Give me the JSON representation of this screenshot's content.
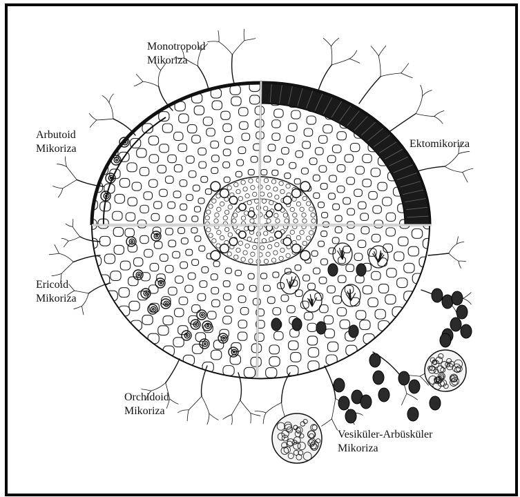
{
  "figure": {
    "labels": {
      "monotropoid": "Monotropoid\nMikoriza",
      "arbutoid": "Arbutoid\nMikoriza",
      "ektomikoriza": "Ektomikoriza",
      "ericoid": "Ericoid\nMikoriza",
      "orchidoid": "Orchidoid\nMikoriza",
      "vesicular_arbuscular": "Vesiküler-Arbüsküler\nMikoriza"
    },
    "colors": {
      "ink": "#111111",
      "mantle": "#1a1a1a",
      "background": "#ffffff"
    }
  }
}
